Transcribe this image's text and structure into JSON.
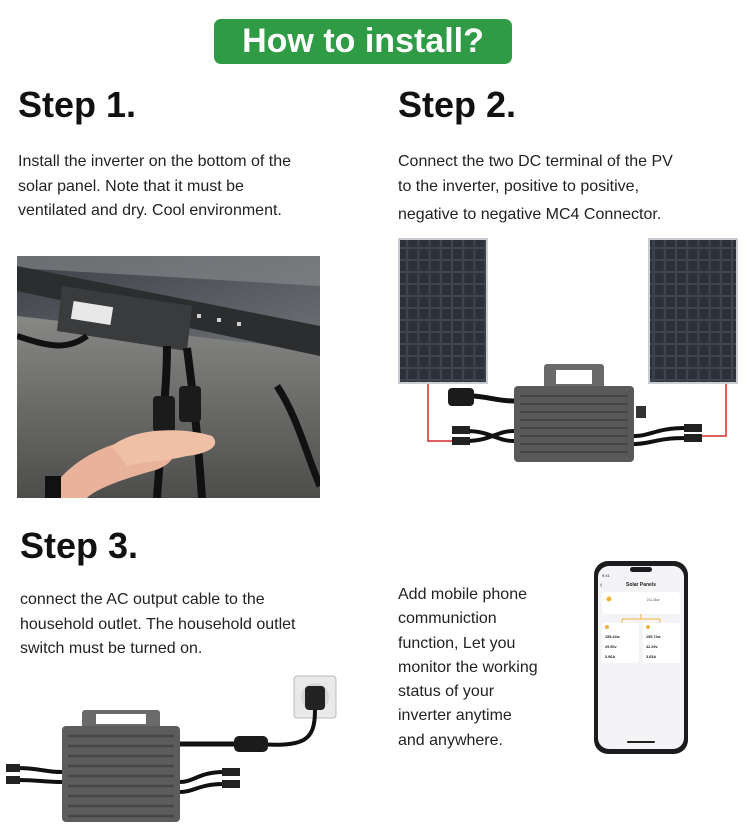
{
  "banner": {
    "title": "How to install?"
  },
  "steps": [
    {
      "title": "Step 1.",
      "lines": [
        "Install the inverter on the bottom of the",
        "solar panel. Note that it must be",
        "ventilated and dry. Cool environment."
      ]
    },
    {
      "title": "Step 2.",
      "lines": [
        "Connect the two DC terminal of the PV",
        "to the inverter, positive to positive,",
        "negative to negative MC4 Connector."
      ]
    },
    {
      "title": "Step 3.",
      "lines": [
        "connect the AC output cable to the",
        "household outlet. The household outlet",
        "switch must be turned on."
      ]
    },
    {
      "lines": [
        "Add mobile phone",
        "communiction",
        "function, Let you",
        "monitor the working",
        "status of your",
        "inverter anytime",
        "and anywhere."
      ]
    }
  ],
  "phone_app": {
    "title": "Solar Panels",
    "total_power": "211.3kw",
    "card1_value1": "155.42w",
    "card1_value2": "29.50v",
    "card1_value3": "3.96A",
    "card2_value1": "155.72w",
    "card2_value2": "42.29v",
    "card2_value3": "3.65A"
  },
  "colors": {
    "banner": "#2f9b44",
    "inverter": "#5c5c5c",
    "panel": "#1d2028",
    "wire_red": "#d42a2a"
  },
  "icons": [
    "solar-panel-icon",
    "inverter-icon",
    "plug-icon",
    "wall-outlet-icon",
    "smartphone-icon",
    "mc4-connector-icon"
  ]
}
